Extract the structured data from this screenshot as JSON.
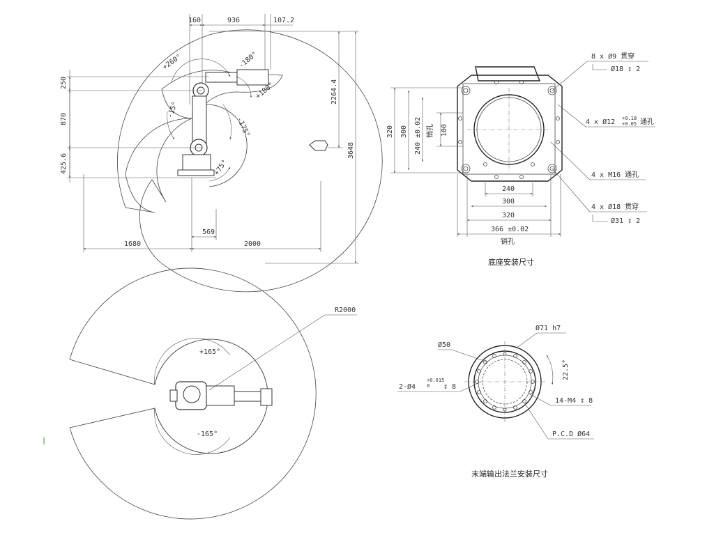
{
  "side_view": {
    "dims_top": [
      "160",
      "936",
      "107.2"
    ],
    "dims_left": [
      "250",
      "870",
      "425.6"
    ],
    "dims_right": [
      "2264.4",
      "3648"
    ],
    "dims_bottom": [
      "569",
      "1680",
      "2000"
    ],
    "angles": [
      "+260°",
      "-180°",
      "+180°",
      "-15°",
      "-175°",
      "+75°"
    ]
  },
  "top_view": {
    "radius_label": "R2000",
    "angle_pos": "+165°",
    "angle_neg": "-165°"
  },
  "base_mount": {
    "caption": "底座安装尺寸",
    "dims_left": [
      "320",
      "300",
      "240 ±0.02",
      "销孔",
      "100"
    ],
    "dims_bottom": [
      "240",
      "300",
      "320",
      "366 ±0.02"
    ],
    "pin_label": "销孔",
    "callouts": [
      {
        "line1": "8 x Ø9 贯穿",
        "line2": "Ø18 ↧ 2"
      },
      {
        "line1": "4 x Ø12",
        "tol_upper": "+0.18",
        "tol_lower": "+0.05",
        "suffix": "通孔"
      },
      {
        "line1": "4 x M16 通孔"
      },
      {
        "line1": "4 x Ø18 贯穿",
        "line2": "Ø31 ↧ 2"
      }
    ]
  },
  "flange": {
    "caption": "末端输出法兰安装尺寸",
    "d71": "Ø71 h7",
    "d50": "Ø50",
    "pin": "2-Ø4",
    "pin_tol_upper": "+0.015",
    "pin_tol_lower": "0",
    "pin_depth": "↧ 8",
    "thread": "14-M4 ↧ 8",
    "angle": "22.5°",
    "pcd": "P.C.D Ø64"
  }
}
